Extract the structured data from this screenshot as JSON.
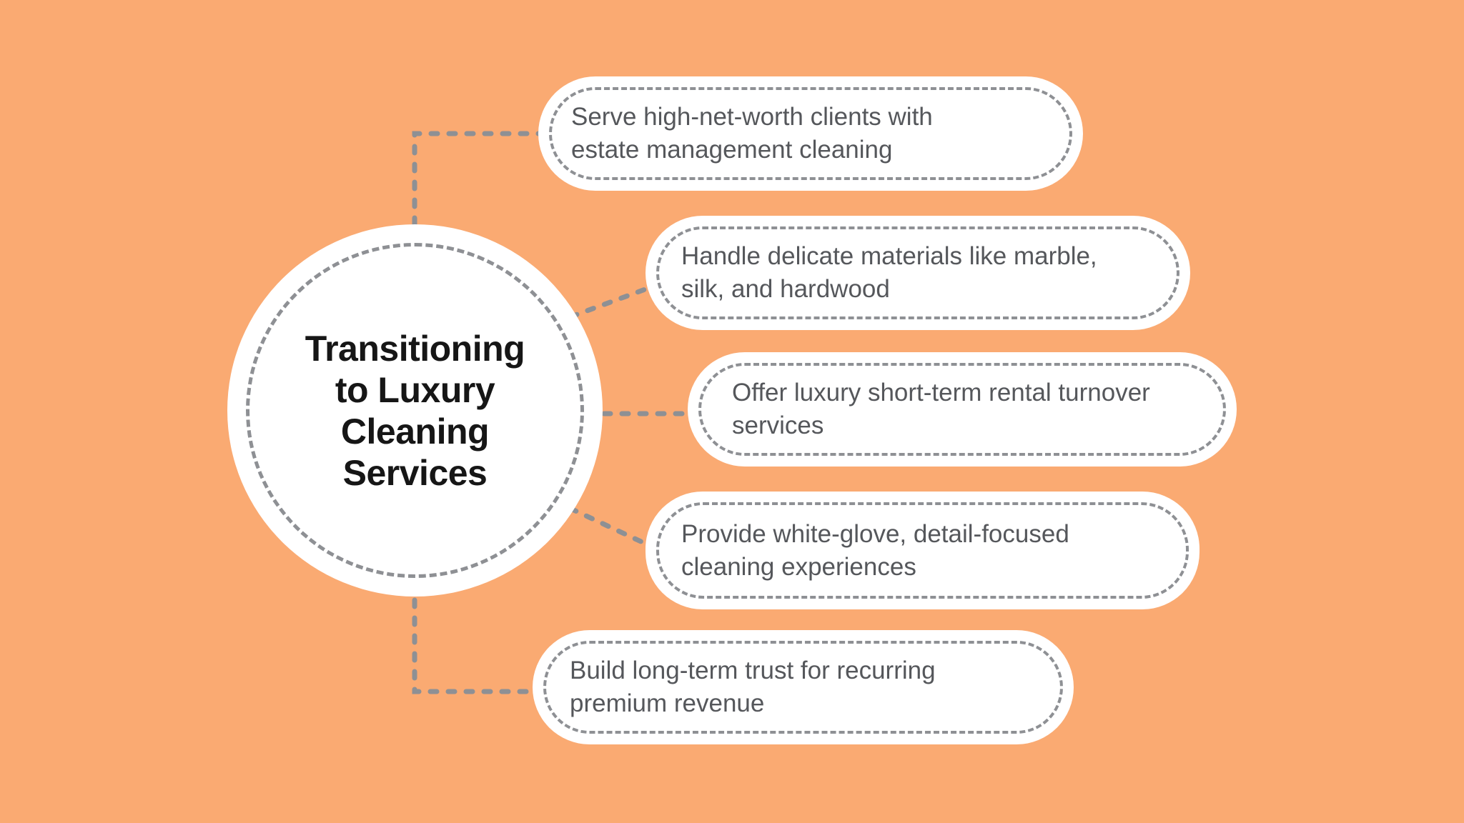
{
  "palette": {
    "background_color": "#FAAA72",
    "node_background": "#FFFFFF",
    "dash_color": "#8E9094",
    "title_color": "#161616",
    "branch_text_color": "#55575B"
  },
  "center": {
    "title": "Transitioning to Luxury Cleaning Services",
    "title_lines": [
      "Transitioning",
      "to Luxury",
      "Cleaning",
      "Services"
    ]
  },
  "branches": [
    {
      "label": "Serve high-net-worth clients with estate management cleaning",
      "lines": [
        "Serve high-net-worth clients with",
        "estate management cleaning"
      ]
    },
    {
      "label": "Handle delicate materials like marble, silk, and hardwood",
      "lines": [
        "Handle delicate materials like marble,",
        "silk, and hardwood"
      ]
    },
    {
      "label": "Offer luxury short-term rental turnover services",
      "lines": [
        "Offer luxury short-term rental turnover",
        "services"
      ]
    },
    {
      "label": "Provide white-glove, detail-focused cleaning experiences",
      "lines": [
        "Provide white-glove, detail-focused",
        "cleaning experiences"
      ]
    },
    {
      "label": "Build long-term trust for recurring premium revenue",
      "lines": [
        "Build long-term trust for recurring",
        "premium revenue"
      ]
    }
  ]
}
